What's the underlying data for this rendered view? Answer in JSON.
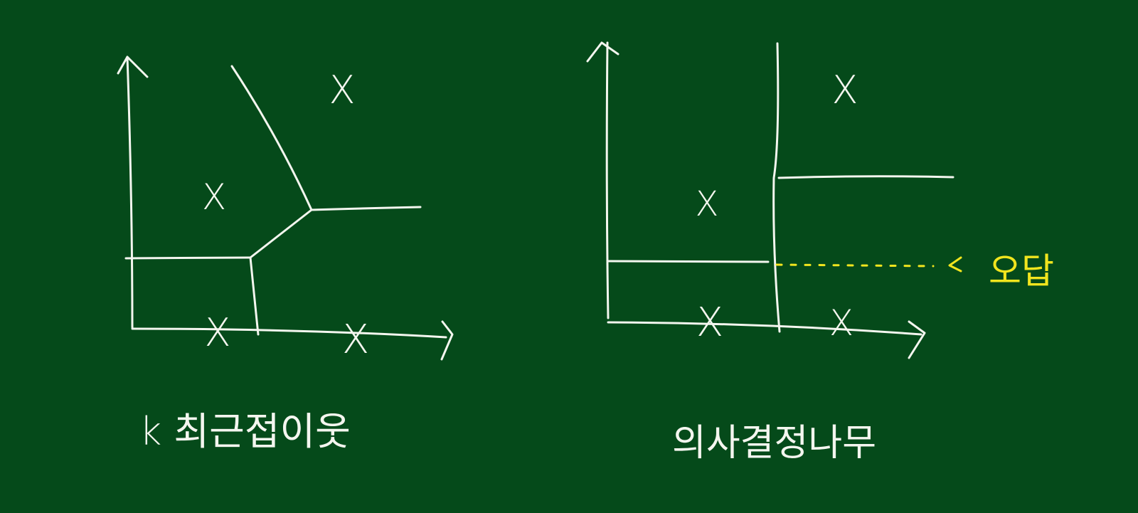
{
  "left_diagram": {
    "label": "k 최근접이웃",
    "marker": "X"
  },
  "right_diagram": {
    "label": "의사결정나무",
    "marker": "X",
    "error_label": "오답"
  },
  "colors": {
    "board": "#054a1a",
    "chalk": "#f4f6ef",
    "highlight": "#f1e51e"
  }
}
